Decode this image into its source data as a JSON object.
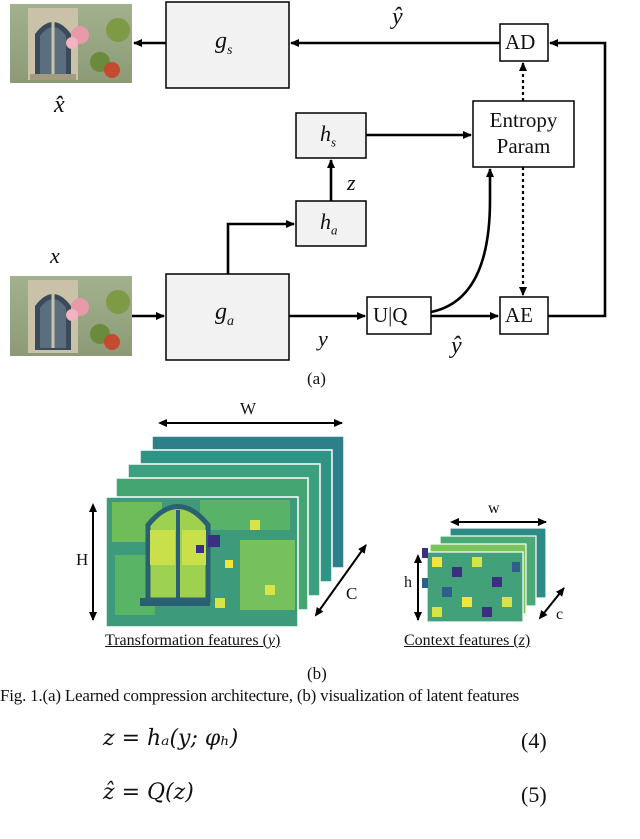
{
  "part_a": {
    "blocks": {
      "g_s": "g",
      "g_s_sub": "s",
      "g_a": "g",
      "g_a_sub": "a",
      "h_s": "h",
      "h_s_sub": "s",
      "h_a": "h",
      "h_a_sub": "a",
      "ad": "AD",
      "ae": "AE",
      "uq": "U|Q",
      "entropy_line1": "Entropy",
      "entropy_line2": "Param"
    },
    "symbols": {
      "y_hat_top": "ŷ",
      "x_hat": "x̂",
      "x": "x",
      "z": "z",
      "y": "y",
      "y_hat_bottom": "ŷ"
    },
    "label": "(a)"
  },
  "part_b": {
    "dims_left": {
      "W": "W",
      "H": "H",
      "C": "C"
    },
    "dims_right": {
      "w": "w",
      "h": "h",
      "c": "c"
    },
    "caption_left": "Transformation features",
    "caption_left_sym": "y",
    "caption_right": "Context features",
    "caption_right_sym": "z",
    "label": "(b)"
  },
  "figure_caption": "Fig. 1.(a) Learned compression architecture, (b) visualization of latent features",
  "equations": [
    {
      "tex": "z = hₐ(y; φₕ)",
      "number": "(4)"
    },
    {
      "tex": "ẑ = Q(z)",
      "number": "(5)"
    }
  ],
  "colors": {
    "block_fill": "#f2f2f2",
    "stroke": "#000000",
    "heat_low": "#3b2f7f",
    "heat_mid": "#2a9a8a",
    "heat_high": "#f2e63a"
  }
}
